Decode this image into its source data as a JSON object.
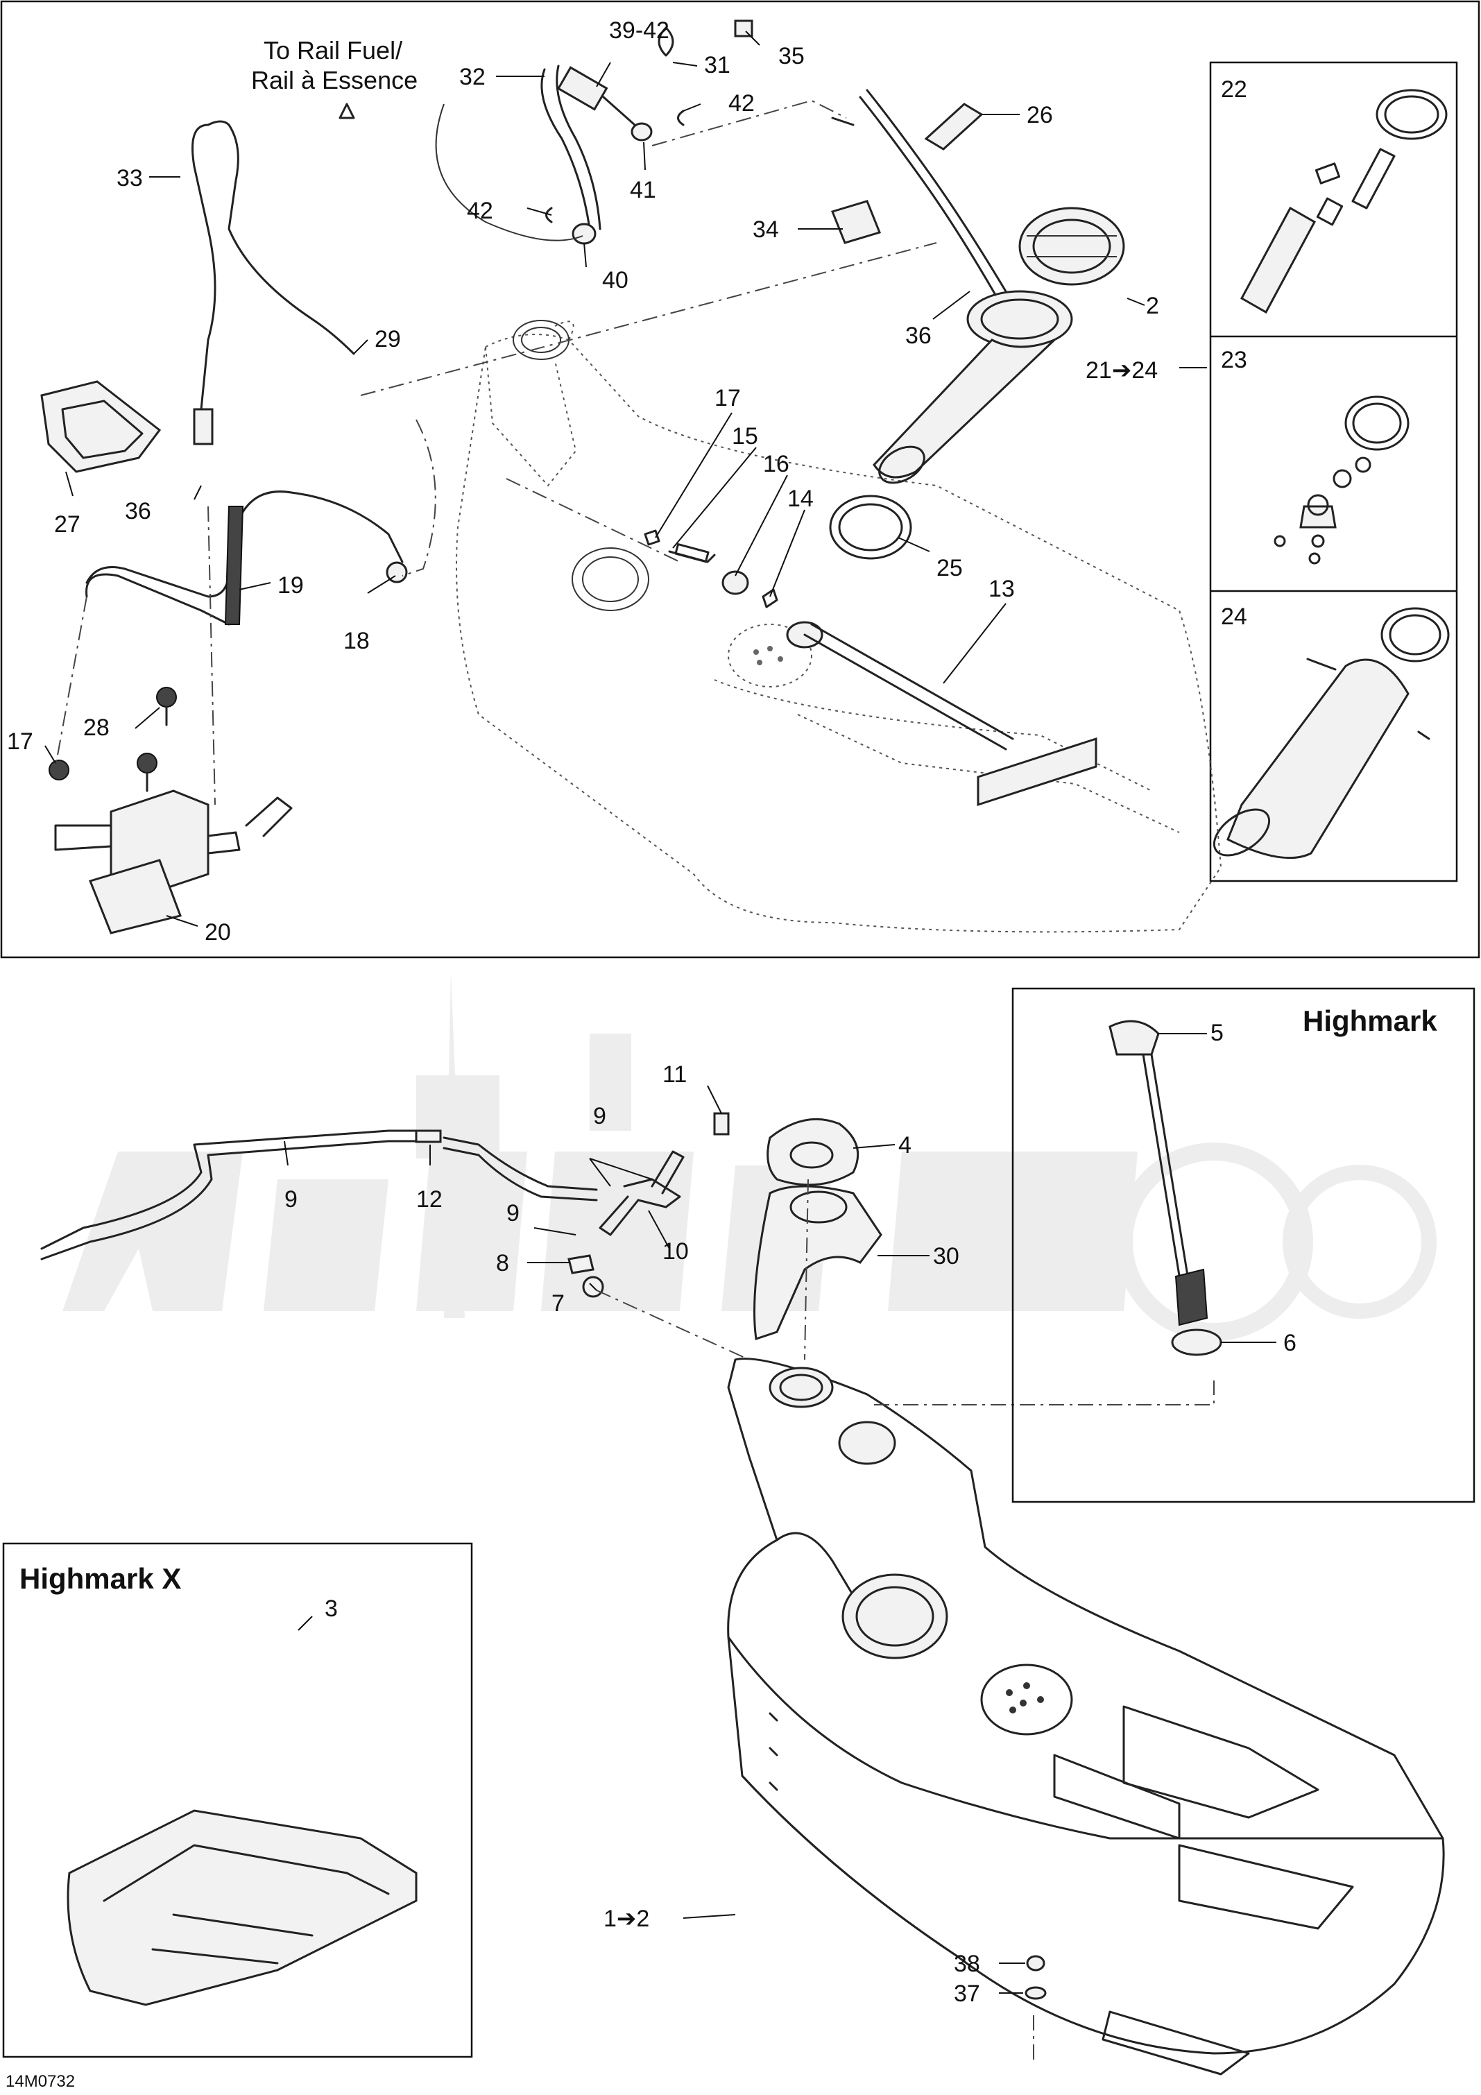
{
  "diagram": {
    "code": "14M0732",
    "fuel_note": [
      "To Rail Fuel/",
      "Rail à Essence"
    ],
    "inset_highmark_title": "Highmark",
    "inset_highmark_x_title": "Highmark X",
    "callouts": {
      "c1": "1➔2",
      "c2": "2",
      "c3": "3",
      "c4": "4",
      "c5": "5",
      "c6": "6",
      "c7": "7",
      "c8": "8",
      "c9a": "9",
      "c9b": "9",
      "c9c": "9",
      "c10": "10",
      "c11": "11",
      "c12": "12",
      "c13": "13",
      "c14": "14",
      "c15": "15",
      "c16": "16",
      "c17a": "17",
      "c17b": "17",
      "c18": "18",
      "c19": "19",
      "c20": "20",
      "c21": "21➔24",
      "c22": "22",
      "c23": "23",
      "c24": "24",
      "c25": "25",
      "c26": "26",
      "c27": "27",
      "c28": "28",
      "c29": "29",
      "c30": "30",
      "c31": "31",
      "c32": "32",
      "c33": "33",
      "c34": "34",
      "c35": "35",
      "c36a": "36",
      "c36b": "36",
      "c37": "37",
      "c38": "38",
      "c3942": "39-42",
      "c40": "40",
      "c41": "41",
      "c42a": "42",
      "c42b": "42"
    }
  }
}
